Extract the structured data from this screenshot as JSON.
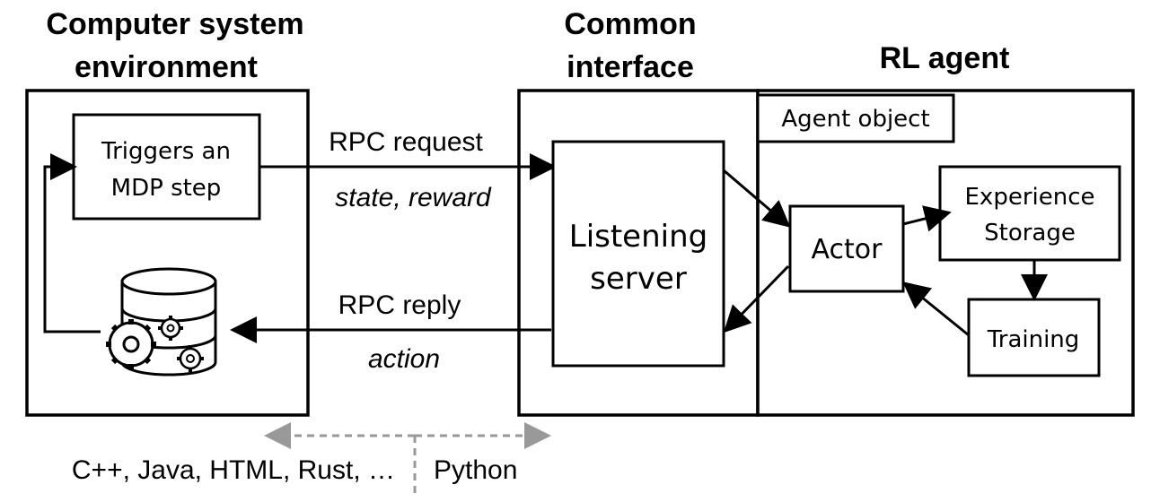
{
  "titles": {
    "env_line1": "Computer system",
    "env_line2": "environment",
    "interface_line1": "Common",
    "interface_line2": "interface",
    "agent": "RL agent"
  },
  "boxes": {
    "mdp_line1": "Triggers an",
    "mdp_line2": "MDP step",
    "listening_line1": "Listening",
    "listening_line2": "server",
    "agent_object": "Agent object",
    "actor": "Actor",
    "experience_line1": "Experience",
    "experience_line2": "Storage",
    "training": "Training"
  },
  "arrows": {
    "request_label": "RPC request",
    "request_payload": "state, reward",
    "reply_label": "RPC reply",
    "reply_payload": "action"
  },
  "languages": {
    "left": "C++, Java, HTML, Rust, …",
    "right": "Python"
  },
  "icons": {
    "database": "database-gears-icon"
  }
}
